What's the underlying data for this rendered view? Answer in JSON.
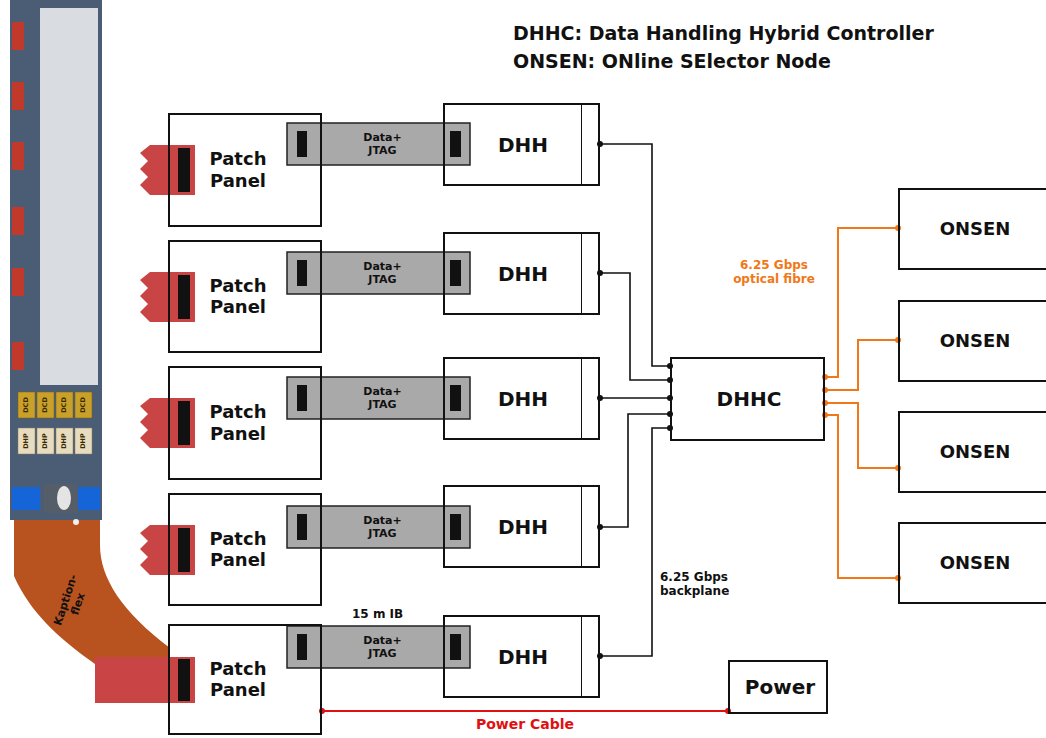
{
  "diagram": {
    "nodes": [
      {
        "text": [
          "Patch Panel"
        ]
      },
      {
        "text": [
          "DHH"
        ]
      },
      {
        "text": [
          "ONSEN"
        ]
      },
      {
        "text": [
          "Patch Panel"
        ]
      },
      {
        "text": [
          "DHH"
        ]
      },
      {
        "text": [
          "ONSEN"
        ]
      },
      {
        "text": [
          "Patch Panel"
        ]
      },
      {
        "text": [
          "DHH"
        ]
      },
      {
        "text": [
          "DHHC"
        ]
      },
      {
        "text": [
          "ONSEN"
        ]
      },
      {
        "text": [
          "Patch Panel"
        ]
      },
      {
        "text": [
          "DHH"
        ]
      },
      {
        "text": [
          "ONSEN"
        ]
      },
      {
        "text": [
          "Patch Panel"
        ]
      },
      {
        "text": [
          "DHH"
        ]
      },
      {
        "text": [
          "Power"
        ]
      }
    ],
    "edges": [
      {
        "from": 0,
        "to": 1,
        "label": "Data+ JTAG",
        "arrow": "none"
      },
      {
        "from": 3,
        "to": 4,
        "label": "Data+ JTAG",
        "arrow": "none"
      },
      {
        "from": 6,
        "to": 7,
        "label": "Data+ JTAG",
        "arrow": "none"
      },
      {
        "from": 10,
        "to": 11,
        "label": "Data+ JTAG",
        "arrow": "none"
      },
      {
        "from": 13,
        "to": 14,
        "label": "Data+ JTAG",
        "arrow": "none"
      },
      {
        "from": 1,
        "to": 8,
        "arrow": "none"
      },
      {
        "from": 4,
        "to": 8,
        "arrow": "none"
      },
      {
        "from": 7,
        "to": 8,
        "arrow": "none"
      },
      {
        "from": 11,
        "to": 8,
        "arrow": "none"
      },
      {
        "from": 14,
        "to": 8,
        "arrow": "none"
      },
      {
        "from": 8,
        "to": 2,
        "arrow": "none"
      },
      {
        "from": 8,
        "to": 5,
        "arrow": "none"
      },
      {
        "from": 8,
        "to": 9,
        "arrow": "none"
      },
      {
        "from": 8,
        "to": 12,
        "arrow": "none"
      },
      {
        "from": 13,
        "to": 15,
        "label": "Power Cable",
        "arrow": "none"
      }
    ],
    "labels": [
      "DHHC: Data Handling Hybrid Controller",
      "ONSEN: ONline SElector Node",
      "6.25 Gbps optical fibre",
      "6.25 Gbps backplane",
      "15 m IB",
      "Kaption- flex",
      "DCD",
      "DCD",
      "DCD",
      "DCD",
      "DHP",
      "DHP",
      "DHP",
      "DHP"
    ]
  }
}
